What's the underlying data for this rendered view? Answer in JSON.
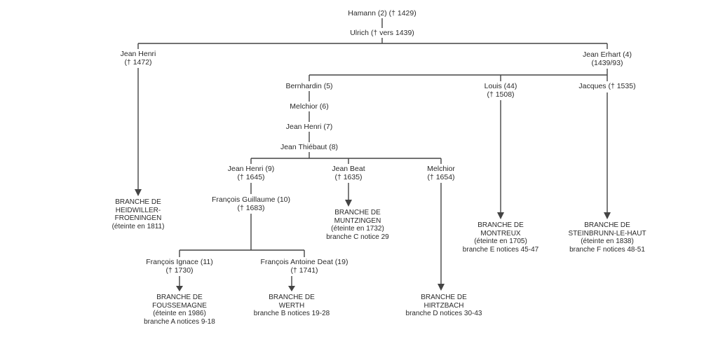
{
  "persons": {
    "hamann": "Hamann (2) († 1429)",
    "ulrich": "Ulrich († vers 1439)",
    "jean_henri_1": {
      "name": "Jean Henri",
      "dates": "(† 1472)"
    },
    "jean_erhart": {
      "name": "Jean Erhart (4)",
      "dates": "(1439/93)"
    },
    "bernhardin": "Bernhardin (5)",
    "louis": {
      "name": "Louis (44)",
      "dates": "(† 1508)"
    },
    "jacques": "Jacques († 1535)",
    "melchior_6": "Melchior (6)",
    "jean_henri_7": "Jean Henri (7)",
    "jean_thiebaut": "Jean Thiébaut (8)",
    "jean_henri_9": {
      "name": "Jean Henri (9)",
      "dates": "(† 1645)"
    },
    "jean_beat": {
      "name": "Jean Beat",
      "dates": "(† 1635)"
    },
    "melchior_1654": {
      "name": "Melchior",
      "dates": "(† 1654)"
    },
    "francois_guillaume": {
      "name": "François Guillaume (10)",
      "dates": "(† 1683)"
    },
    "francois_ignace": {
      "name": "François Ignace (11)",
      "dates": "(† 1730)"
    },
    "francois_antoine": {
      "name": "François Antoine Deat (19)",
      "dates": "(† 1741)"
    }
  },
  "branches": {
    "heidwiller": [
      "BRANCHE DE",
      "HEIDWILLER-",
      "FROENINGEN",
      "(éteinte en 1811)"
    ],
    "muntzingen": [
      "BRANCHE DE",
      "MUNTZINGEN",
      "(éteinte en 1732)",
      "branche C notice 29"
    ],
    "montreux": [
      "BRANCHE DE",
      "MONTREUX",
      "(éteinte en 1705)",
      "branche E notices 45-47"
    ],
    "steinbrunn": [
      "BRANCHE DE",
      "STEINBRUNN-LE-HAUT",
      "(éteinte en 1838)",
      "branche F notices 48-51"
    ],
    "foussemagne": [
      "BRANCHE DE",
      "FOUSSEMAGNE",
      "(éteinte en 1986)",
      "branche A  notices 9-18"
    ],
    "werth": [
      "BRANCHE DE",
      "WERTH",
      "branche B notices 19-28"
    ],
    "hirtzbach": [
      "BRANCHE DE",
      "HIRTZBACH",
      "branche D notices 30-43"
    ]
  }
}
